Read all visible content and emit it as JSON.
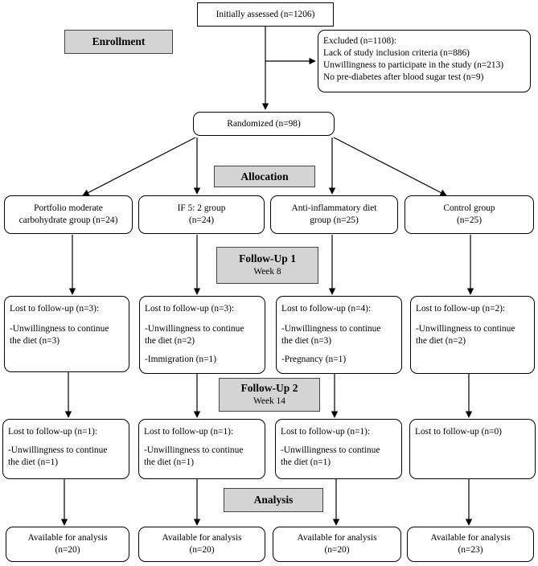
{
  "phases": {
    "enrollment": "Enrollment",
    "allocation": "Allocation",
    "followup1_title": "Follow-Up 1",
    "followup1_sub": "Week 8",
    "followup2_title": "Follow-Up 2",
    "followup2_sub": "Week 14",
    "analysis": "Analysis"
  },
  "assessed": "Initially assessed (n=1206)",
  "excluded": [
    "Excluded (n=1108):",
    "Lack of study inclusion criteria (n=886)",
    "Unwillingness to participate in the study (n=213)",
    "No pre-diabetes after blood sugar test (n=9)"
  ],
  "randomized": "Randomized (n=98)",
  "groups": [
    {
      "name_line1": "Portfolio moderate",
      "name_line2": "carbohydrate group (n=24)",
      "fu1_title": "Lost to follow-up (n=3):",
      "fu1_r1a": "-Unwillingness to continue",
      "fu1_r1b": "the diet (n=3)",
      "fu1_r2": "",
      "fu2_title": "Lost to follow-up (n=1):",
      "fu2_r1a": "-Unwillingness to continue",
      "fu2_r1b": "the diet (n=1)",
      "an_line1": "Available for analysis",
      "an_line2": "(n=20)"
    },
    {
      "name_line1": "IF 5: 2 group",
      "name_line2": "(n=24)",
      "fu1_title": "Lost to follow-up (n=3):",
      "fu1_r1a": "-Unwillingness to continue",
      "fu1_r1b": "the diet (n=2)",
      "fu1_r2": "-Immigration (n=1)",
      "fu2_title": "Lost to follow-up (n=1):",
      "fu2_r1a": "-Unwillingness to continue",
      "fu2_r1b": "the diet (n=1)",
      "an_line1": "Available for analysis",
      "an_line2": "(n=20)"
    },
    {
      "name_line1": "Anti-inflammatory diet",
      "name_line2": "group (n=25)",
      "fu1_title": "Lost to follow-up (n=4):",
      "fu1_r1a": "-Unwillingness to continue",
      "fu1_r1b": "the diet (n=3)",
      "fu1_r2": "-Pregnancy (n=1)",
      "fu2_title": "Lost to follow-up (n=1):",
      "fu2_r1a": "-Unwillingness to continue",
      "fu2_r1b": "the diet (n=1)",
      "an_line1": "Available for analysis",
      "an_line2": "(n=20)"
    },
    {
      "name_line1": "Control group",
      "name_line2": "(n=25)",
      "fu1_title": "Lost to follow-up (n=2):",
      "fu1_r1a": "-Unwillingness to continue",
      "fu1_r1b": "the diet (n=2)",
      "fu1_r2": "",
      "fu2_title": "Lost to follow-up (n=0)",
      "fu2_r1a": "",
      "fu2_r1b": "",
      "an_line1": "Available for analysis",
      "an_line2": "(n=23)"
    }
  ]
}
